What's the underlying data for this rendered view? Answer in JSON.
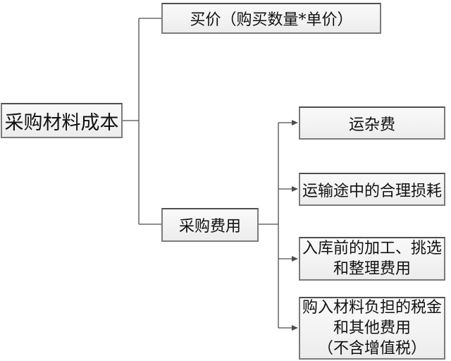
{
  "diagram": {
    "root": {
      "label": "采购材料成本"
    },
    "level1": [
      {
        "label": "买价（购买数量*单价）"
      },
      {
        "label": "采购费用"
      }
    ],
    "level2": [
      {
        "label": "运杂费"
      },
      {
        "label": "运输途中的合理损耗"
      },
      {
        "label": "入库前的加工、挑选\n和整理费用"
      },
      {
        "label": "购入材料负担的税金\n和其他费用\n（不含增值税）"
      }
    ],
    "colors": {
      "background": "#ffffff",
      "box_border": "#7b7b7b",
      "box_border_top": "#4f4f4f",
      "box_fill_top": "#f9f9f9",
      "box_fill_bottom": "#ececec",
      "line": "#4d4d4d",
      "text": "#111111"
    }
  }
}
